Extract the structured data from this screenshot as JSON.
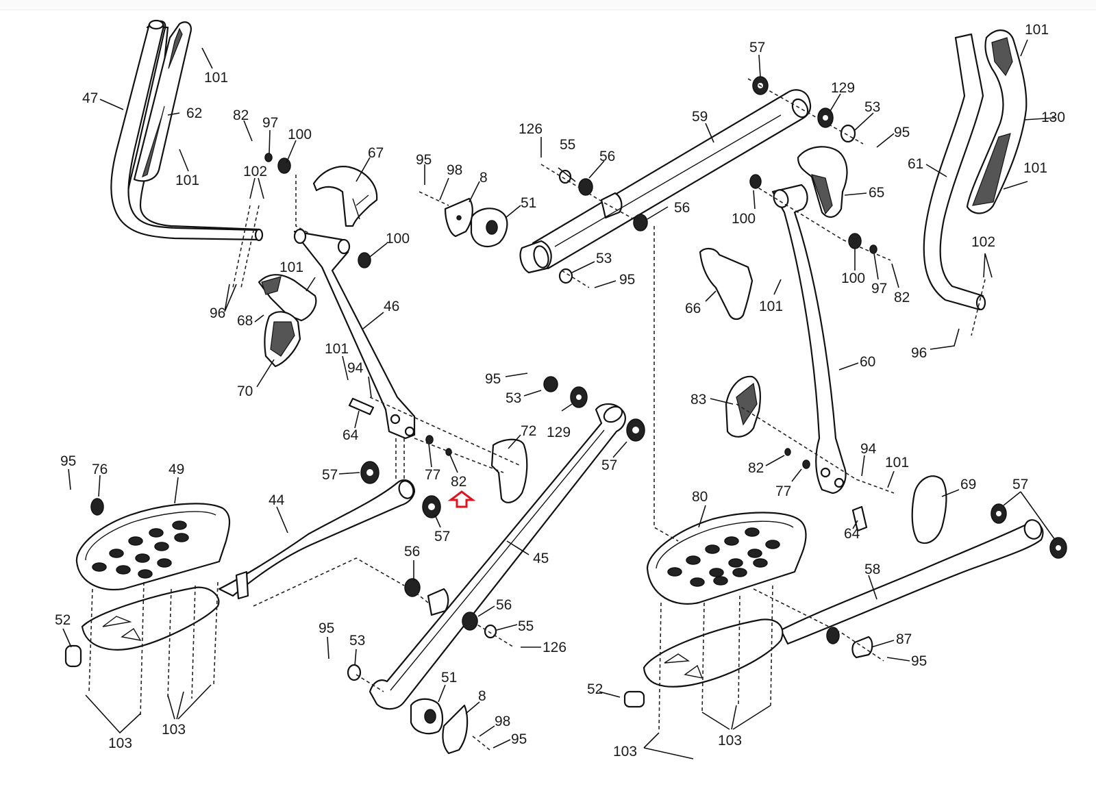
{
  "diagram": {
    "title": "Elliptical exploded parts diagram",
    "highlight": {
      "part_number": "82",
      "marker": "red-up-arrow",
      "color": "#e0141e"
    },
    "labels": [
      {
        "id": "l47",
        "text": "47"
      },
      {
        "id": "l101a",
        "text": "101"
      },
      {
        "id": "l62",
        "text": "62"
      },
      {
        "id": "l101b",
        "text": "101"
      },
      {
        "id": "l82a",
        "text": "82"
      },
      {
        "id": "l97a",
        "text": "97"
      },
      {
        "id": "l100a",
        "text": "100"
      },
      {
        "id": "l102a",
        "text": "102"
      },
      {
        "id": "l96a",
        "text": "96"
      },
      {
        "id": "l101c",
        "text": "101"
      },
      {
        "id": "l68",
        "text": "68"
      },
      {
        "id": "l70",
        "text": "70"
      },
      {
        "id": "l67",
        "text": "67"
      },
      {
        "id": "l100b",
        "text": "100"
      },
      {
        "id": "l46",
        "text": "46"
      },
      {
        "id": "l101d",
        "text": "101"
      },
      {
        "id": "l94a",
        "text": "94"
      },
      {
        "id": "l64a",
        "text": "64"
      },
      {
        "id": "l77a",
        "text": "77"
      },
      {
        "id": "l82b",
        "text": "82"
      },
      {
        "id": "l95a",
        "text": "95"
      },
      {
        "id": "l98a",
        "text": "98"
      },
      {
        "id": "l8a",
        "text": "8"
      },
      {
        "id": "l51a",
        "text": "51"
      },
      {
        "id": "l126a",
        "text": "126"
      },
      {
        "id": "l55a",
        "text": "55"
      },
      {
        "id": "l56a",
        "text": "56"
      },
      {
        "id": "l53a",
        "text": "53"
      },
      {
        "id": "l95b",
        "text": "95"
      },
      {
        "id": "l57a",
        "text": "57"
      },
      {
        "id": "l59",
        "text": "59"
      },
      {
        "id": "l129a",
        "text": "129"
      },
      {
        "id": "l53b",
        "text": "53"
      },
      {
        "id": "l95c",
        "text": "95"
      },
      {
        "id": "l56b",
        "text": "56"
      },
      {
        "id": "l100c",
        "text": "100"
      },
      {
        "id": "l65",
        "text": "65"
      },
      {
        "id": "l100d",
        "text": "100"
      },
      {
        "id": "l97b",
        "text": "97"
      },
      {
        "id": "l82c",
        "text": "82"
      },
      {
        "id": "l66",
        "text": "66"
      },
      {
        "id": "l101e",
        "text": "101"
      },
      {
        "id": "l101f",
        "text": "101"
      },
      {
        "id": "l130",
        "text": "130"
      },
      {
        "id": "l61",
        "text": "61"
      },
      {
        "id": "l101g",
        "text": "101"
      },
      {
        "id": "l102b",
        "text": "102"
      },
      {
        "id": "l96b",
        "text": "96"
      },
      {
        "id": "l60",
        "text": "60"
      },
      {
        "id": "l95d",
        "text": "95"
      },
      {
        "id": "l53c",
        "text": "53"
      },
      {
        "id": "l129b",
        "text": "129"
      },
      {
        "id": "l72",
        "text": "72"
      },
      {
        "id": "l57b",
        "text": "57"
      },
      {
        "id": "l83",
        "text": "83"
      },
      {
        "id": "l94b",
        "text": "94"
      },
      {
        "id": "l101h",
        "text": "101"
      },
      {
        "id": "l82d",
        "text": "82"
      },
      {
        "id": "l77b",
        "text": "77"
      },
      {
        "id": "l69",
        "text": "69"
      },
      {
        "id": "l64b",
        "text": "64"
      },
      {
        "id": "l57c",
        "text": "57"
      },
      {
        "id": "l95e",
        "text": "95"
      },
      {
        "id": "l76",
        "text": "76"
      },
      {
        "id": "l49",
        "text": "49"
      },
      {
        "id": "l57d",
        "text": "57"
      },
      {
        "id": "l44",
        "text": "44"
      },
      {
        "id": "l57e",
        "text": "57"
      },
      {
        "id": "l45",
        "text": "45"
      },
      {
        "id": "l56c",
        "text": "56"
      },
      {
        "id": "l56d",
        "text": "56"
      },
      {
        "id": "l55b",
        "text": "55"
      },
      {
        "id": "l126b",
        "text": "126"
      },
      {
        "id": "l80",
        "text": "80"
      },
      {
        "id": "l58",
        "text": "58"
      },
      {
        "id": "l52a",
        "text": "52"
      },
      {
        "id": "l103a",
        "text": "103"
      },
      {
        "id": "l103b",
        "text": "103"
      },
      {
        "id": "l95f",
        "text": "95"
      },
      {
        "id": "l53d",
        "text": "53"
      },
      {
        "id": "l51b",
        "text": "51"
      },
      {
        "id": "l8b",
        "text": "8"
      },
      {
        "id": "l98b",
        "text": "98"
      },
      {
        "id": "l95g",
        "text": "95"
      },
      {
        "id": "l87",
        "text": "87"
      },
      {
        "id": "l95h",
        "text": "95"
      },
      {
        "id": "l52b",
        "text": "52"
      },
      {
        "id": "l103c",
        "text": "103"
      },
      {
        "id": "l103d",
        "text": "103"
      }
    ]
  }
}
